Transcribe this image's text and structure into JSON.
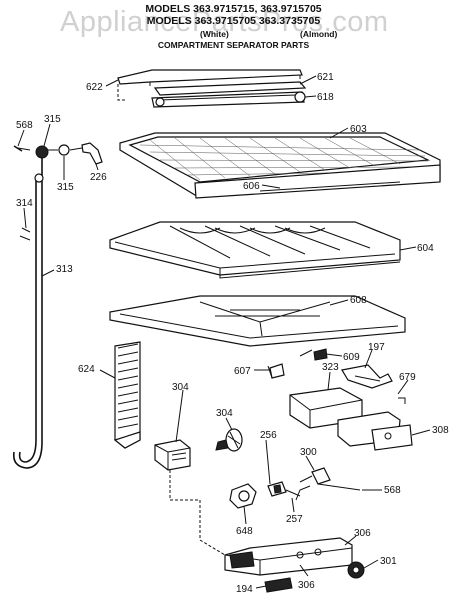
{
  "header": {
    "line1": "MODELS 363.9715715, 363.9715705",
    "line2": "MODELS 363.9715705 363.3735705",
    "sub_left": "(White)",
    "sub_right": "(Almond)",
    "title": "COMPARTMENT SEPARATOR PARTS"
  },
  "watermark": "AppliancePartsPros.com",
  "parts": {
    "p622": "622",
    "p621": "621",
    "p618": "618",
    "p603": "603",
    "p606": "606",
    "p604": "604",
    "p608": "608",
    "p609": "609",
    "p607": "607",
    "p197": "197",
    "p679": "679",
    "p323": "323",
    "p308": "308",
    "p624": "624",
    "p304a": "304",
    "p304b": "304",
    "p256": "256",
    "p300": "300",
    "p568b": "568",
    "p257": "257",
    "p648": "648",
    "p306a": "306",
    "p306b": "306",
    "p301": "301",
    "p194": "194",
    "p568a": "568",
    "p315a": "315",
    "p315b": "315",
    "p226": "226",
    "p314": "314",
    "p313": "313"
  }
}
